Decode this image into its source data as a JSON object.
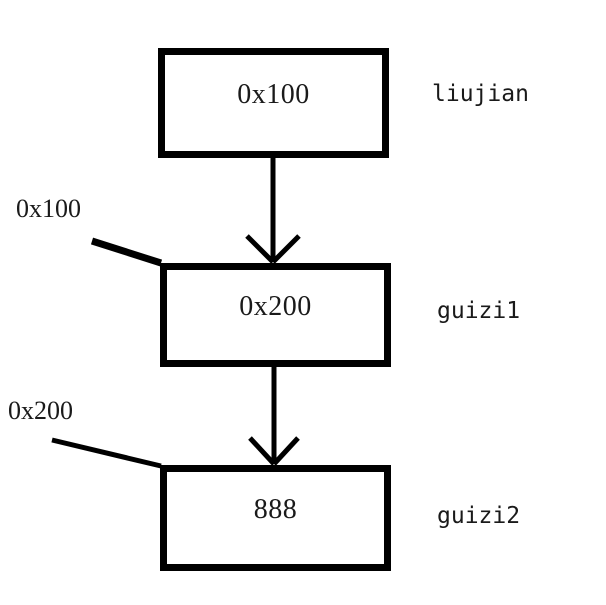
{
  "diagram": {
    "title": "pointer-chain-diagram",
    "background_color": "#ffffff",
    "stroke_color": "#000000",
    "text_color": "#1a1a1a",
    "nodes": [
      {
        "id": "node-1",
        "value": "0x100",
        "side_label": "liujian"
      },
      {
        "id": "node-2",
        "value": "0x200",
        "side_label": "guizi1"
      },
      {
        "id": "node-3",
        "value": "888",
        "side_label": "guizi2"
      }
    ],
    "address_annotations": [
      {
        "id": "addr-node-2",
        "text": "0x100"
      },
      {
        "id": "addr-node-3",
        "text": "0x200"
      }
    ]
  }
}
